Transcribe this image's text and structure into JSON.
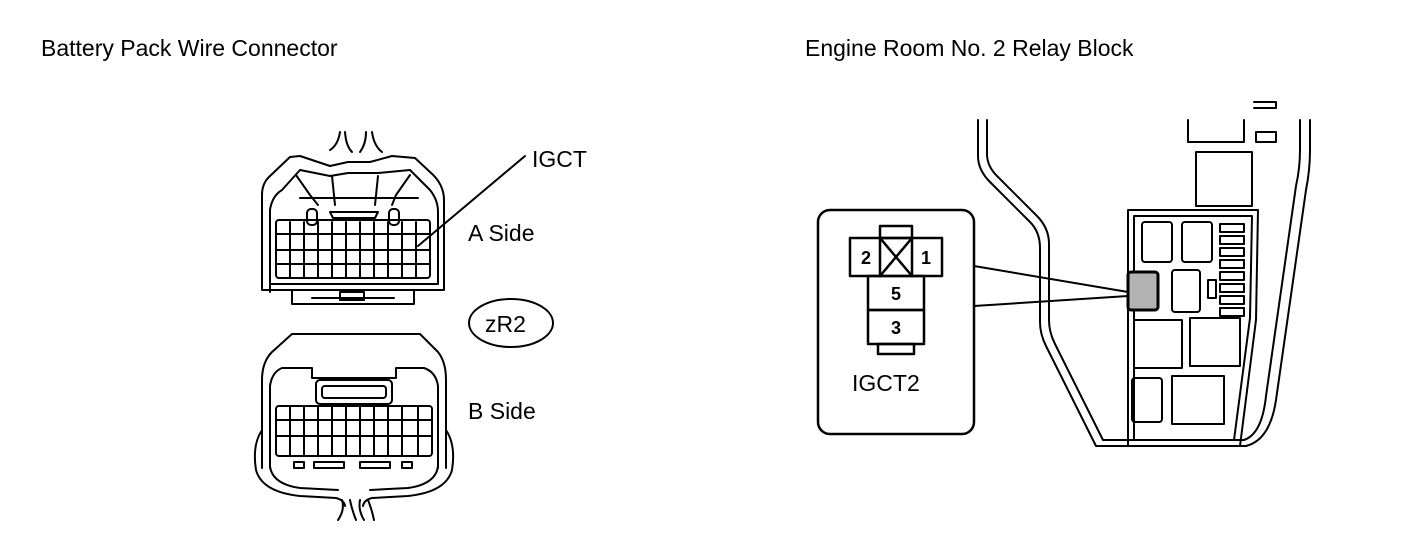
{
  "titles": {
    "left": "Battery Pack Wire Connector",
    "right": "Engine Room No. 2 Relay Block"
  },
  "connector": {
    "terminal_label": "IGCT",
    "a_side_label": "A Side",
    "b_side_label": "B Side",
    "code": "zR2"
  },
  "relay": {
    "name": "IGCT2",
    "pins": {
      "p2": "2",
      "p1": "1",
      "p5": "5",
      "p3": "3"
    },
    "highlight_color": "#b3b3b3"
  }
}
